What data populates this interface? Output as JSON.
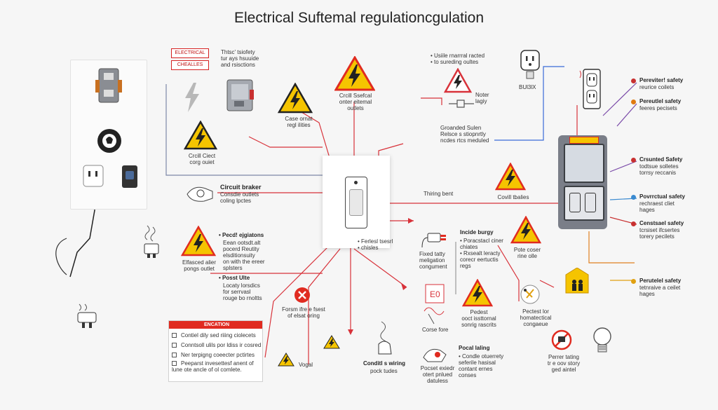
{
  "title": "Electrical Suftemal regulationcgulation",
  "top_left": {
    "tag1": "ELECTRICAL",
    "tag2": "CHEALLES",
    "note": "Thtsc' tsiofety\ntur ays hsuuide\nand rsisctions"
  },
  "warn_top": {
    "box_caption": "Case ornat\nregl ilities",
    "center_caption": "Crcill Ssefcal\nonter eitemal\noutlets",
    "left_caption": "Crcill Ciect\ncorg ouiet"
  },
  "top_right_notes": {
    "note1": "• Usiile rnarrral racted\n• to sureding oultes",
    "note2": "Noter\nlagiy",
    "grounded": "Groanded Sulen\nRelsce s stiopnrtly\nncdes rtcs meduled",
    "bulb_label": "BUl3lX"
  },
  "circuit_breaker": {
    "label": "Circuit braker",
    "sub": "Consdie outlets\ncoling lpctes"
  },
  "wiring": {
    "label": "Thiring bent",
    "warn_caption": "Covill tbalies"
  },
  "left_mid": {
    "warn_caption": "Elfasced alier\npongs outlet",
    "note_title": "• Pecd! ejgiatons",
    "note_body": "Eean ootsdt.alt\npocerd Reutity\nelsditionsuity\non with the ereer\nsplsters",
    "pos_title": "• Posst Ulte",
    "pos_body": "Locaty lorsdics\nfor serrvasl\nrouge bo rnoltts"
  },
  "center_low": {
    "x_caption": "Forsm ifre e fsest\nof elsat oring",
    "small_note": "• Ferlesl tsesrl\n• chisles"
  },
  "checklist": {
    "header": "ENCATION",
    "items": [
      "Contiel dily sed riiing ciolecets",
      "Conntsoll ulils por ldiss ir cosred",
      "Ner terpigng coeecter pctirtes",
      "Peeparst invesettesf anent of\nlune ote ancle of ol comlete."
    ]
  },
  "bottom_left_small": {
    "label": "Vogal"
  },
  "center_bottom": {
    "label": "Conditl s wiring",
    "sub": "pock tudes"
  },
  "mid_right": {
    "inside_title": "Incide burgy",
    "inside_body": "• Poracstacl ciner\n  chiates\n• Rxsealt leracty\n  corecr eertuctis\n  regs",
    "fixed_label": "Fixed tatty\nmeligation\ncongument",
    "power_caption": "Pote coser\nrine olle",
    "pedest_caption": "Pedest\nooct issttornal\nsonrig rascrits",
    "comfore": "Corse fore",
    "pocal_title": "Pocal laling",
    "pocal_body": "• Condle otuerrety\n  seferile hasisal\n  contant ernes\n  conses",
    "pocset_caption": "Pocset exiedr\notert pnlued\ndatuless",
    "pectest_caption": "Pectest lor\nhomatectical\ncongaeue",
    "prefer_caption": "Perrer tating\ntr e oov story\nged aintel"
  },
  "right_list": [
    {
      "title": "Pereviter! safety",
      "sub": "reurice coilets",
      "color": "#c83030"
    },
    {
      "title": "Pereutlel safety",
      "sub": "feeres pecisets",
      "color": "#e07a10"
    },
    {
      "title": "Crsunted Safety",
      "sub": "todtsue solletes\ntorrsy reccanis",
      "color": "#c83030"
    },
    {
      "title": "Povrrctual safety",
      "sub": "rechraest cliet\nhages",
      "color": "#3a8ad0"
    },
    {
      "title": "Censtsael safety",
      "sub": "tcrsiset ifcsertes\ntorery pecilets",
      "color": "#c83030"
    },
    {
      "title": "Perutelel safety",
      "sub": "tetnraive a ceilet\nhages",
      "color": "#e0a010"
    }
  ],
  "colors": {
    "red_line": "#d8323a",
    "blue_line": "#3a6bd8",
    "purple_line": "#7a4aa8",
    "orange_line": "#e08020",
    "warning_yellow": "#f5c400",
    "warning_red": "#e02b20"
  }
}
